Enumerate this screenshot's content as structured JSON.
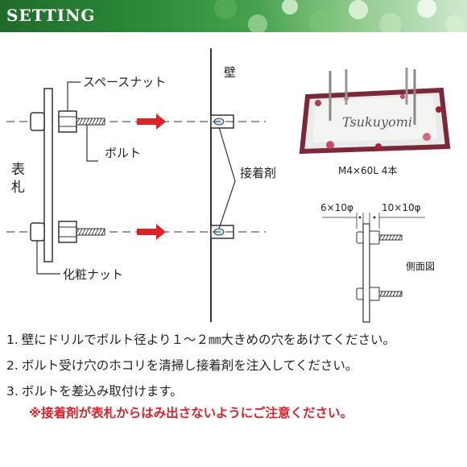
{
  "header": {
    "title": "SETTING"
  },
  "diagram": {
    "labels": {
      "wall": "壁",
      "space_nut": "スペースナット",
      "bolt": "ボルト",
      "plate": "表\n札",
      "plate_line1": "表",
      "plate_line2": "札",
      "adhesive": "接着剤",
      "cosmetic_nut": "化粧ナット",
      "spec": "M4×60L 4本",
      "dim_left": "6×10φ",
      "dim_right": "10×10φ",
      "side_view": "側面図"
    },
    "photo": {
      "nameplate_text": "Tsukuyomi"
    },
    "colors": {
      "arrow": "#d8232a",
      "line": "#333333",
      "wall_fill": "#e6e6e6",
      "glass_rim": "#9b1e35"
    }
  },
  "steps": [
    {
      "num": "1.",
      "text": "壁にドリルでボルト径より１～２㎜大きめの穴をあけてください。"
    },
    {
      "num": "2.",
      "text": "ボルト受け穴のホコリを清掃し接着剤を注入してください。"
    },
    {
      "num": "3.",
      "text": "ボルトを差込み取付けます。"
    }
  ],
  "warning": "※接着剤が表札からはみ出さないようにご注意ください。"
}
